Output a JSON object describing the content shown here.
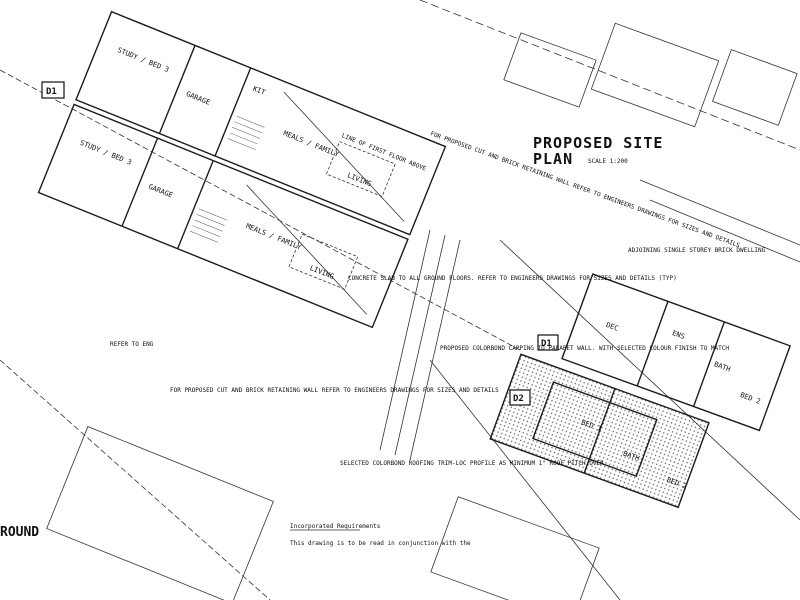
{
  "title": {
    "line1": "PROPOSED SITE",
    "line2": "PLAN",
    "scale": "SCALE 1:200"
  },
  "tags": {
    "d1_left": "D1",
    "d1_right": "D1",
    "d2": "D2"
  },
  "rooms": {
    "study1": "STUDY / BED 3",
    "study2": "STUDY / BED 3",
    "garage1": "GARAGE",
    "garage2": "GARAGE",
    "meals1": "MEALS / FAMILY",
    "meals2": "MEALS / FAMILY",
    "living1": "LIVING",
    "living2": "LIVING",
    "kit": "KIT",
    "bed1": "BED 1",
    "bed2": "BED 2",
    "bath1": "BATH",
    "bath2": "BATH",
    "bed2b": "BED 2",
    "ens": "ENS",
    "dec": "DEC"
  },
  "notes": {
    "n1": "FOR PROPOSED CUT AND BRICK RETAINING WALL REFER TO ENGINEERS DRAWINGS FOR SIZES AND DETAILS",
    "n2": "CONCRETE SLAB TO ALL GROUND FLOORS. REFER TO ENGINEERS DRAWINGS FOR SIZES AND DETAILS (TYP)",
    "n3": "FOR PROPOSED CUT AND BRICK RETAINING WALL REFER TO ENGINEERS DRAWINGS FOR SIZES AND DETAILS",
    "n4": "PROPOSED COLORBOND CAPPING TO PARAPET WALL. WITH SELECTED COLOUR FINISH TO MATCH",
    "n5": "SELECTED COLORBOND ROOFING TRIM-LOC PROFILE AS MINIMUM 1° ROOF PITCH OVER",
    "n6": "ADJOINING SINGLE STOREY BRICK DWELLING",
    "n7": "Incorporated Requirements",
    "n8": "This drawing is to be read in conjunction with the",
    "n9": "LINE OF FIRST FLOOR ABOVE",
    "n10": "ROUND",
    "n11": "REFER TO ENG"
  }
}
